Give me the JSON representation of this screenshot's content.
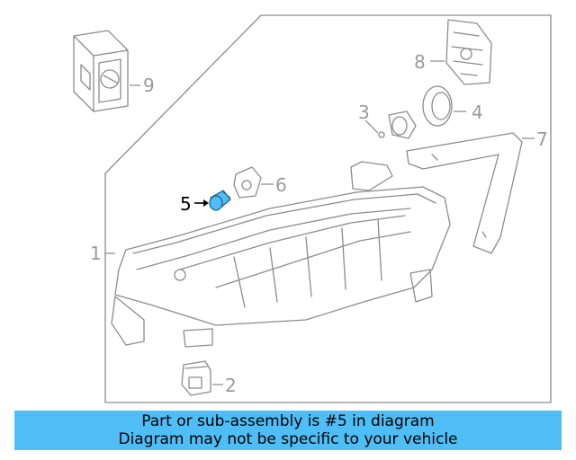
{
  "diagram": {
    "callouts": [
      "1",
      "2",
      "3",
      "4",
      "5",
      "6",
      "7",
      "8",
      "9"
    ],
    "highlighted_part": "5"
  },
  "colors": {
    "highlight": "#4fbdf6",
    "line_art": "#8c8c8c",
    "banner_bg": "#4fbdf6"
  },
  "banner": {
    "line1": "Part or sub-assembly is #5 in diagram",
    "line2": "Diagram may not be specific to your vehicle"
  }
}
